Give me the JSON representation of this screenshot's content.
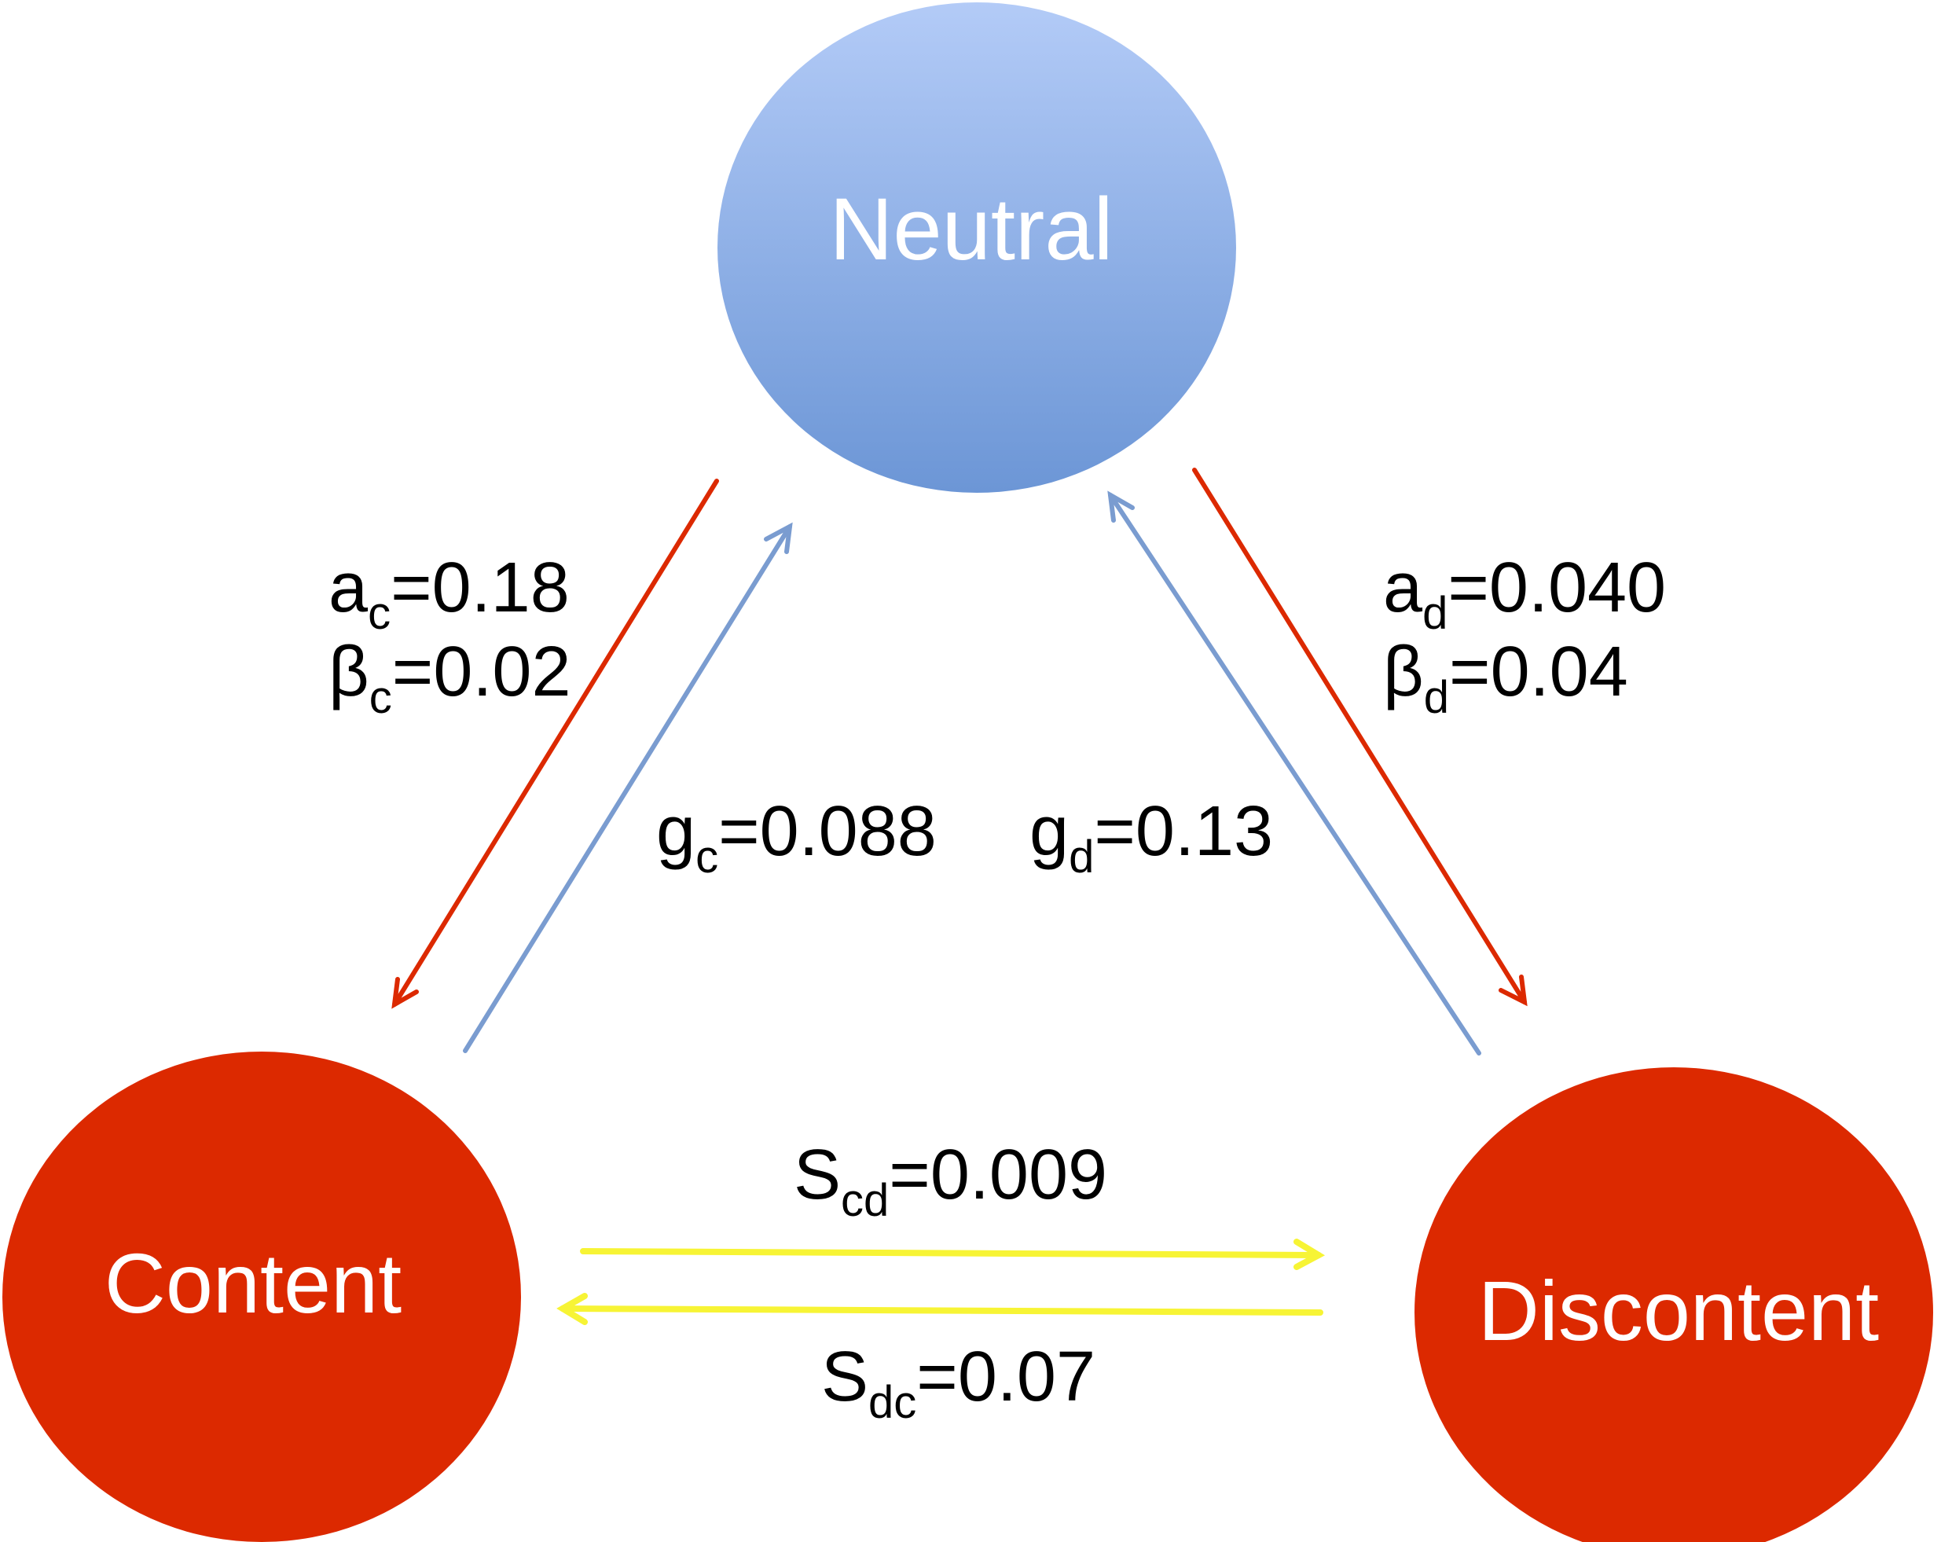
{
  "nodes": {
    "neutral": {
      "label": "Neutral",
      "color_top": "#b3cbf7",
      "color_bottom": "#6c96d6"
    },
    "content": {
      "label": "Content",
      "color": "#dc2900"
    },
    "discontent": {
      "label": "Discontent",
      "color": "#dc2900"
    }
  },
  "edge_colors": {
    "red": "#dc2900",
    "blue": "#7a9cd0",
    "yellow": "#f7f435"
  },
  "parameters": {
    "a_c": {
      "base": "a",
      "sub": "c",
      "rest": "=0.18"
    },
    "beta_c": {
      "base": "β",
      "sub": "c",
      "rest": "=0.02"
    },
    "a_d": {
      "base": "a",
      "sub": "d",
      "rest": "=0.040"
    },
    "beta_d": {
      "base": "β",
      "sub": "d",
      "rest": "=0.04"
    },
    "g_c": {
      "base": "g",
      "sub": "c",
      "rest": "=0.088"
    },
    "g_d": {
      "base": "g",
      "sub": "d",
      "rest": "=0.13"
    },
    "s_cd": {
      "base": "S",
      "sub": "cd",
      "rest": "=0.009"
    },
    "s_dc": {
      "base": "S",
      "sub": "dc",
      "rest": "=0.07"
    }
  }
}
